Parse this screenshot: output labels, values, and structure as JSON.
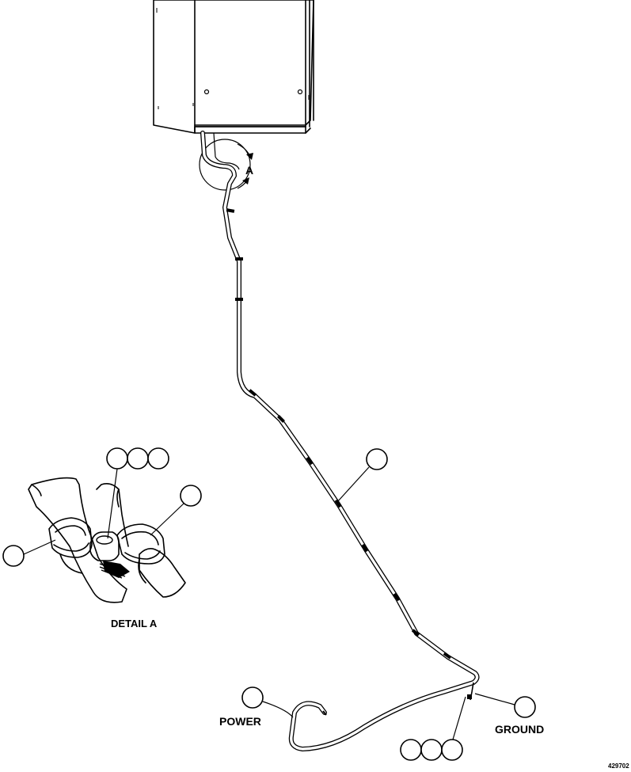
{
  "labels": {
    "detail_ref": "A",
    "detail_caption": "DETAIL A",
    "power": "POWER",
    "ground": "GROUND",
    "figure_number": "429702"
  },
  "callouts": {
    "detail_top_row_count": 3,
    "detail_right_count": 1,
    "detail_left_count": 1,
    "harness_count": 1,
    "power_count": 1,
    "ground_count": 1,
    "bottom_row_count": 3
  },
  "colors": {
    "ink": "#000000",
    "paper": "#ffffff"
  }
}
